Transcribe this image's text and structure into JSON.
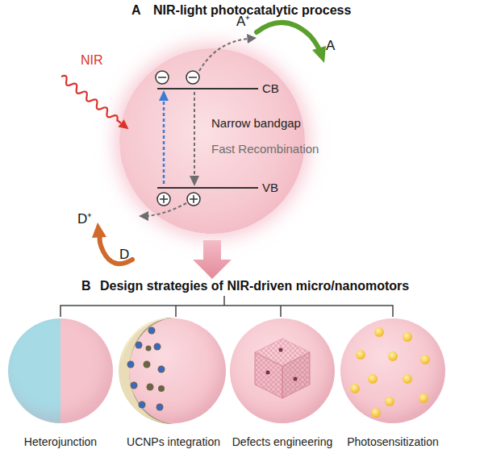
{
  "diagram": {
    "nodes": [
      {
        "text": [
          "CB",
          "VB",
          "Narrow bandgap",
          "Fast Recombination"
        ]
      },
      {
        "text": [
          "Heterojunction"
        ]
      },
      {
        "text": [
          "UCNPs integration"
        ]
      },
      {
        "text": [
          "Defects engineering"
        ]
      },
      {
        "text": [
          "Photosensitization"
        ]
      }
    ],
    "labels": [
      "A",
      "NIR-light photocatalytic process",
      "NIR",
      "A⁺",
      "A",
      "D⁺",
      "D",
      "B",
      "Design strategies of NIR-driven micro/nanomotors"
    ]
  }
}
